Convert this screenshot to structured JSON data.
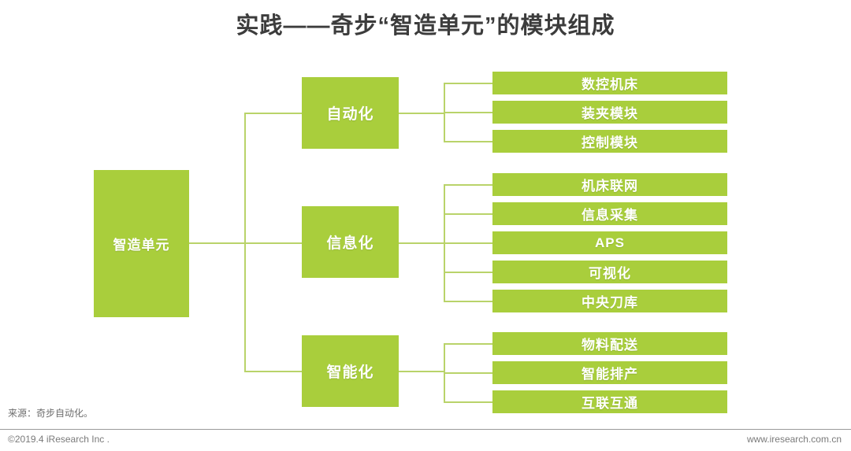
{
  "title": "实践——奇步“智造单元”的模块组成",
  "colors": {
    "box_green": "#a9ce3c",
    "line_green": "#b9d36a",
    "title_text": "#3c3c3c",
    "box_text": "#ffffff",
    "footer_text": "#7a7a7a",
    "background": "#ffffff"
  },
  "diagram": {
    "type": "tree",
    "orientation": "left-to-right",
    "root": {
      "label": "智造单元"
    },
    "branches": [
      {
        "label": "自动化",
        "leaves": [
          {
            "label": "数控机床"
          },
          {
            "label": "装夹模块"
          },
          {
            "label": "控制模块"
          }
        ]
      },
      {
        "label": "信息化",
        "leaves": [
          {
            "label": "机床联网"
          },
          {
            "label": "信息采集"
          },
          {
            "label": "APS"
          },
          {
            "label": "可视化"
          },
          {
            "label": "中央刀库"
          }
        ]
      },
      {
        "label": "智能化",
        "leaves": [
          {
            "label": "物料配送"
          },
          {
            "label": "智能排产"
          },
          {
            "label": "互联互通"
          }
        ]
      }
    ]
  },
  "footer": {
    "source": "来源：奇步自动化。",
    "copyright": "©2019.4 iResearch Inc .",
    "website": "www.iresearch.com.cn"
  }
}
